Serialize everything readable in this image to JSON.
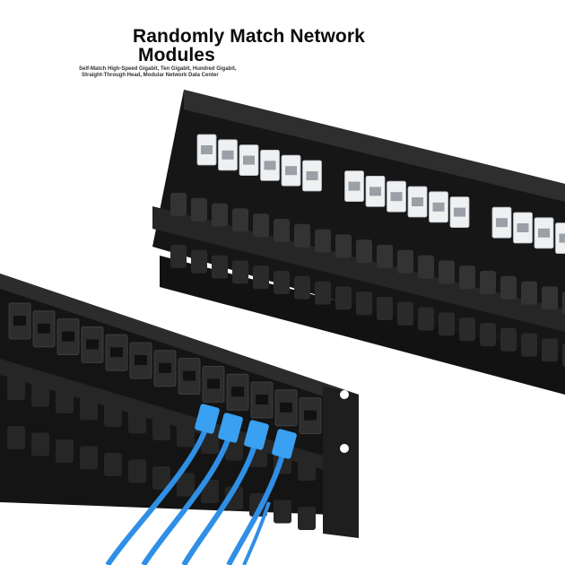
{
  "headline": {
    "line1": "Randomly Match Network",
    "line2": "Modules"
  },
  "subheadline": {
    "line1": "Self-Match High-Speed Gigabit, Ten Gigabit, Hundred Gigabit,",
    "line2": "Straight-Through Head, Modular Network Data Center"
  },
  "colors": {
    "background": "#ffffff",
    "panel": "#1c1c1c",
    "keystone_white": "#eef0f2",
    "keystone_black": "#2a2a2a",
    "cable_blue": "#2f8fe6"
  }
}
